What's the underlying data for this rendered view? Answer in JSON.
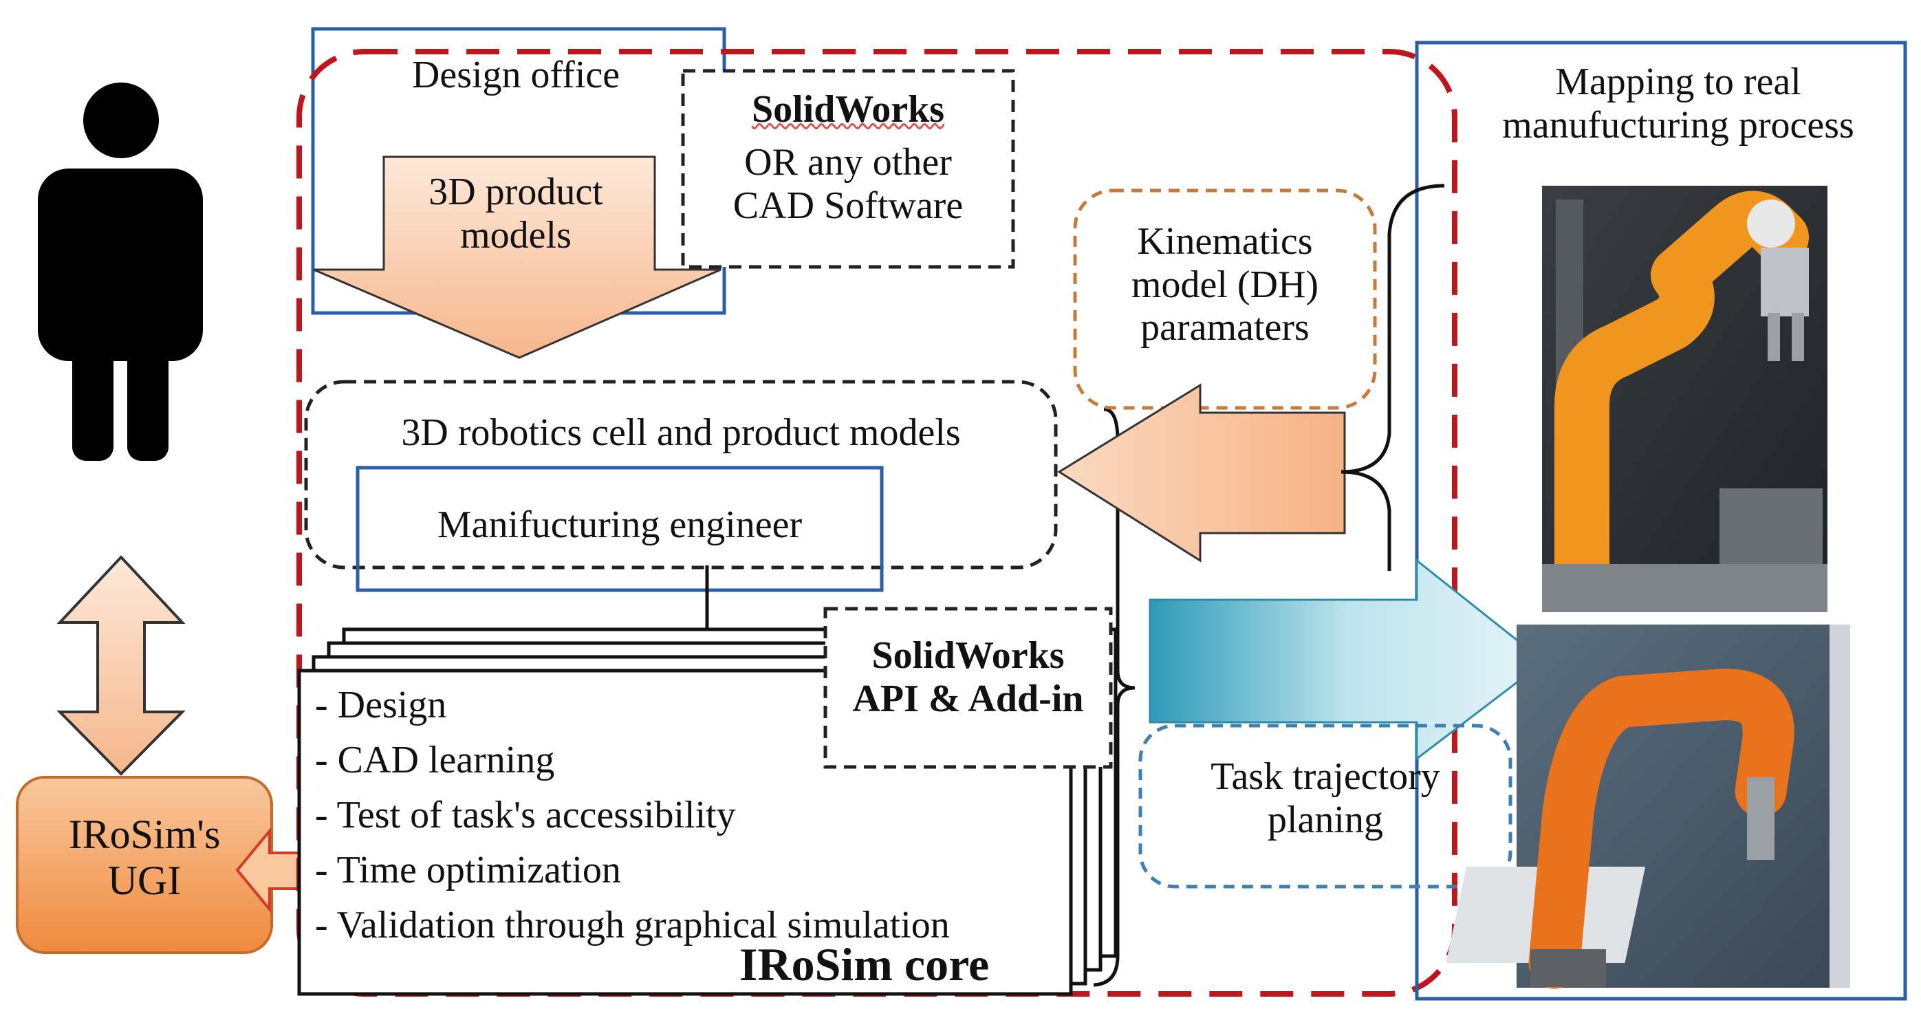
{
  "user_interface_box": {
    "label": "IRoSim's\nUGI"
  },
  "design_office": {
    "title": "Design office",
    "product_models_arrow_label": "3D product\nmodels",
    "cad_box": {
      "line1": "SolidWorks",
      "line2": "OR any other\nCAD Software"
    }
  },
  "robotics_cell": {
    "title": "3D robotics cell and product models",
    "engineer_label": "Manifucturing engineer"
  },
  "iro_sim_core": {
    "items": [
      "- Design",
      "- CAD learning",
      "- Test of task's accessibility",
      "- Time optimization",
      "- Validation through graphical simulation"
    ],
    "title": "IRoSim core"
  },
  "api_box": {
    "label": "SolidWorks\nAPI & Add-in"
  },
  "kinematics_box": {
    "label": "Kinematics\nmodel (DH)\nparamaters"
  },
  "task_box": {
    "label": "Task trajectory\nplaning"
  },
  "mapping": {
    "title": "Mapping to real\nmanufucturing process"
  },
  "colors": {
    "red_dash": "#c0151b",
    "blue": "#2a5fa8",
    "orange_dash": "#c87a3a",
    "blue_dash": "#3c7fb0",
    "orange_fill": "#f7b98d",
    "blue_fill": "#bfe2ea"
  }
}
